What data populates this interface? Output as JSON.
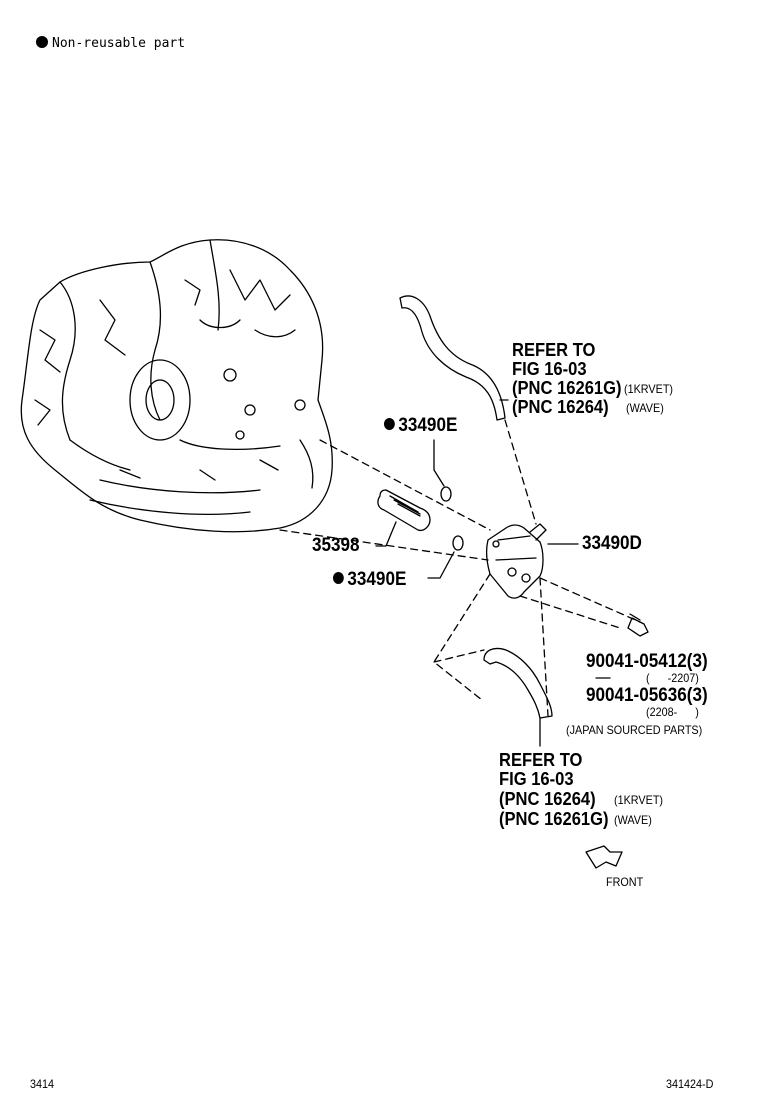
{
  "legend": {
    "marker_icon": "filled-circle",
    "text": "Non-reusable part"
  },
  "callouts": {
    "gasket_upper": "33490E",
    "gasket_lower": "33490E",
    "pipe": "35398",
    "cooler": "33490D",
    "bolt_1": "90041-05412(3)",
    "bolt_1_note": "(      -2207)",
    "bolt_2": "90041-05636(3)",
    "bolt_2_note": "(2208-      )",
    "bolt_source": "(JAPAN SOURCED PARTS)"
  },
  "refer_upper": {
    "line1": "REFER TO",
    "line2": "FIG 16-03",
    "line3": "(PNC 16261G)",
    "line3_note": "(1KRVET)",
    "line4": "(PNC 16264)",
    "line4_note": "(WAVE)"
  },
  "refer_lower": {
    "line1": "REFER TO",
    "line2": "FIG 16-03",
    "line3": "(PNC 16264)",
    "line3_note": "(1KRVET)",
    "line4": "(PNC 16261G)",
    "line4_note": "(WAVE)"
  },
  "front_label": "FRONT",
  "footer": {
    "left": "3414",
    "right": "341424-D"
  }
}
